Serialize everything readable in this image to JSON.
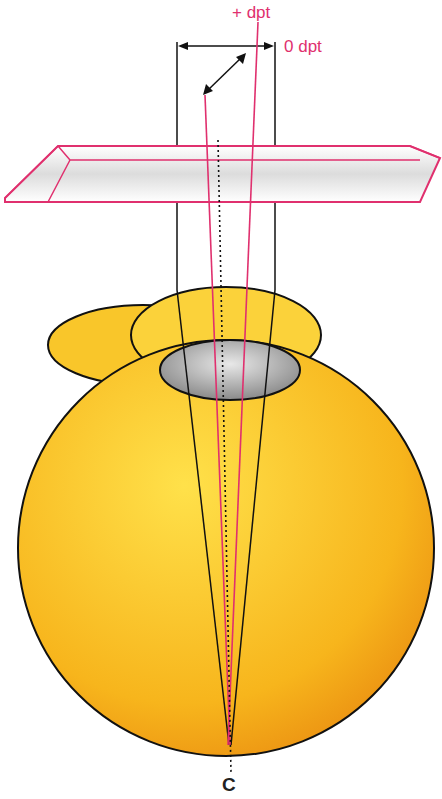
{
  "diagram": {
    "labels": [
      "+ dpt",
      "0 dpt",
      "C"
    ]
  }
}
